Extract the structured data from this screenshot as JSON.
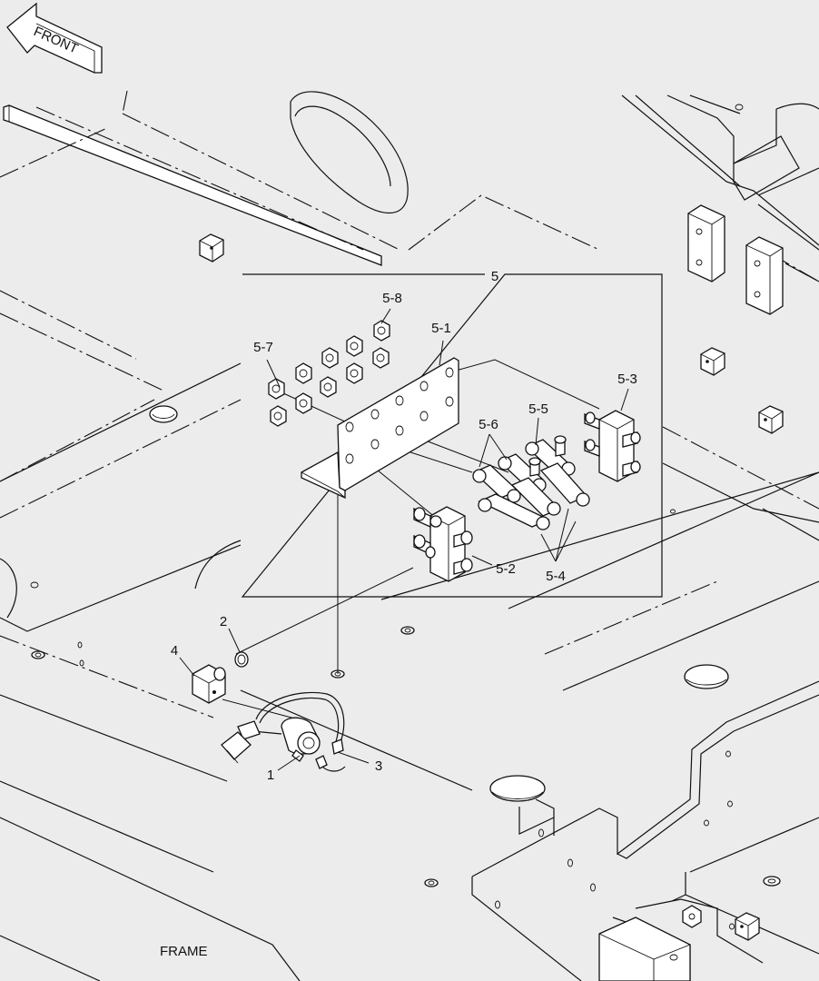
{
  "front_label": "FRONT",
  "frame_label": "FRAME",
  "callouts": {
    "c5": "5",
    "c5_8": "5-8",
    "c5_7": "5-7",
    "c5_1": "5-1",
    "c5_3": "5-3",
    "c5_6": "5-6",
    "c5_5": "5-5",
    "c5_2": "5-2",
    "c5_4": "5-4",
    "c1": "1",
    "c2": "2",
    "c3": "3",
    "c4": "4"
  }
}
